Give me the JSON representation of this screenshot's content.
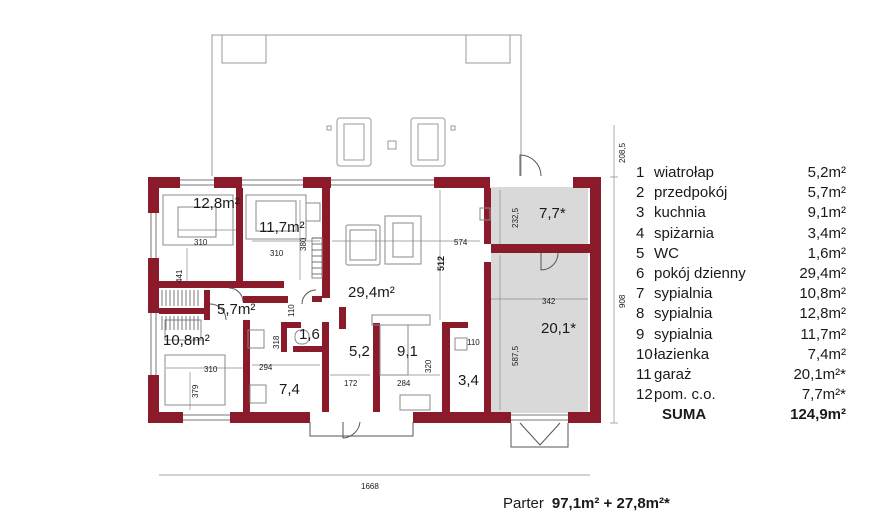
{
  "plan": {
    "rooms": [
      {
        "area": "12,8m²"
      },
      {
        "area": "11,7m²"
      },
      {
        "area": "29,4m²"
      },
      {
        "area": "7,7*"
      },
      {
        "area": "20,1*"
      },
      {
        "area": "5,7m²"
      },
      {
        "area": "10,8m²"
      },
      {
        "area": "1,6"
      },
      {
        "area": "5,2"
      },
      {
        "area": "9,1"
      },
      {
        "area": "7,4"
      },
      {
        "area": "3,4"
      }
    ],
    "dimensions": [
      {
        "text": "310"
      },
      {
        "text": "441"
      },
      {
        "text": "310"
      },
      {
        "text": "380"
      },
      {
        "text": "574"
      },
      {
        "text": "512"
      },
      {
        "text": "232,5"
      },
      {
        "text": "342"
      },
      {
        "text": "587,5"
      },
      {
        "text": "110"
      },
      {
        "text": "318"
      },
      {
        "text": "294"
      },
      {
        "text": "310"
      },
      {
        "text": "379"
      },
      {
        "text": "172"
      },
      {
        "text": "284"
      },
      {
        "text": "320"
      },
      {
        "text": "110"
      },
      {
        "text": "1668"
      },
      {
        "text": "908"
      },
      {
        "text": "208,5"
      }
    ]
  },
  "legend": {
    "items": [
      {
        "num": "1",
        "name": "wiatrołap",
        "area": "5,2m²"
      },
      {
        "num": "2",
        "name": "przedpokój",
        "area": "5,7m²"
      },
      {
        "num": "3",
        "name": "kuchnia",
        "area": "9,1m²"
      },
      {
        "num": "4",
        "name": "spiżarnia",
        "area": "3,4m²"
      },
      {
        "num": "5",
        "name": "WC",
        "area": "1,6m²"
      },
      {
        "num": "6",
        "name": "pokój dzienny",
        "area": "29,4m²"
      },
      {
        "num": "7",
        "name": "sypialnia",
        "area": "10,8m²"
      },
      {
        "num": "8",
        "name": "sypialnia",
        "area": "12,8m²"
      },
      {
        "num": "9",
        "name": "sypialnia",
        "area": "11,7m²"
      },
      {
        "num": "10",
        "name": "łazienka",
        "area": "7,4m²"
      },
      {
        "num": "11",
        "name": "garaż",
        "area": "20,1m²*"
      },
      {
        "num": "12",
        "name": "pom. c.o.",
        "area": "7,7m²*"
      }
    ],
    "sum_label": "SUMA",
    "sum_value": "124,9m²"
  },
  "footer": {
    "label": "Parter",
    "value": "97,1m² + 27,8m²*"
  },
  "colors": {
    "wall": "#8b1a2b",
    "garage_fill": "#d9d9d9",
    "line": "#555555"
  }
}
